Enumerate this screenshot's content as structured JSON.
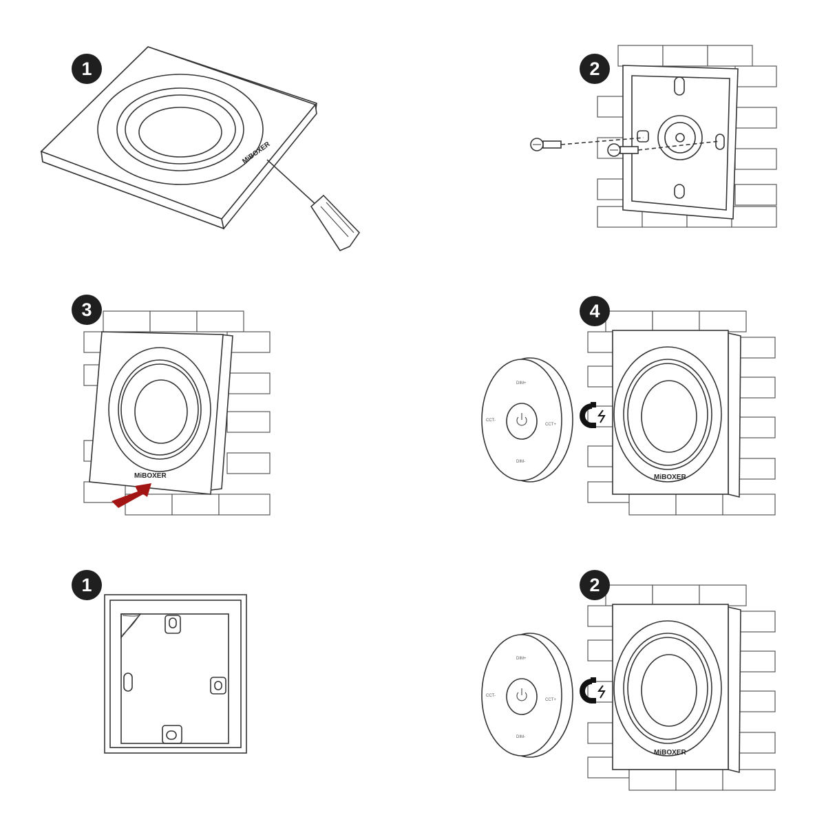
{
  "steps": {
    "s1": "1",
    "s2": "2",
    "s3": "3",
    "s4": "4",
    "s5": "1",
    "s6": "2"
  },
  "brand": "MiBOXER",
  "remote": {
    "top": "DIM+",
    "bottom": "DIM-",
    "left": "CCT-",
    "right": "CCT+"
  },
  "colors": {
    "arrow": "#a31515",
    "badge": "#1f1f1f"
  }
}
